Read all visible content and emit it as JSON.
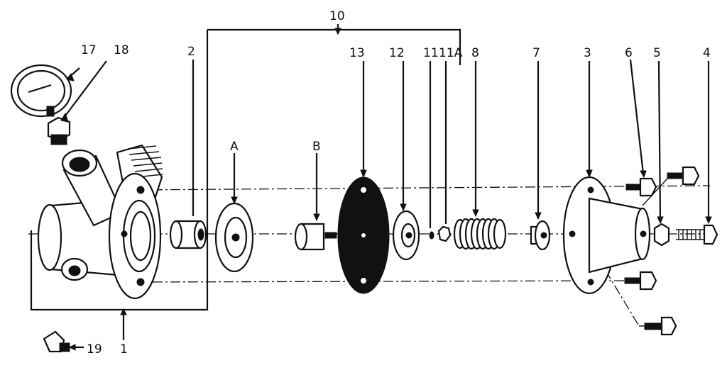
{
  "labels": {
    "p1": "1",
    "p2": "2",
    "p3": "3",
    "p4": "4",
    "p5": "5",
    "p6": "6",
    "p7": "7",
    "p8": "8",
    "p10": "10",
    "p11": "11",
    "p11a": "11A",
    "p12": "12",
    "p13": "13",
    "p17": "17",
    "p18": "18",
    "p19": "19",
    "pA": "A",
    "pB": "B"
  }
}
